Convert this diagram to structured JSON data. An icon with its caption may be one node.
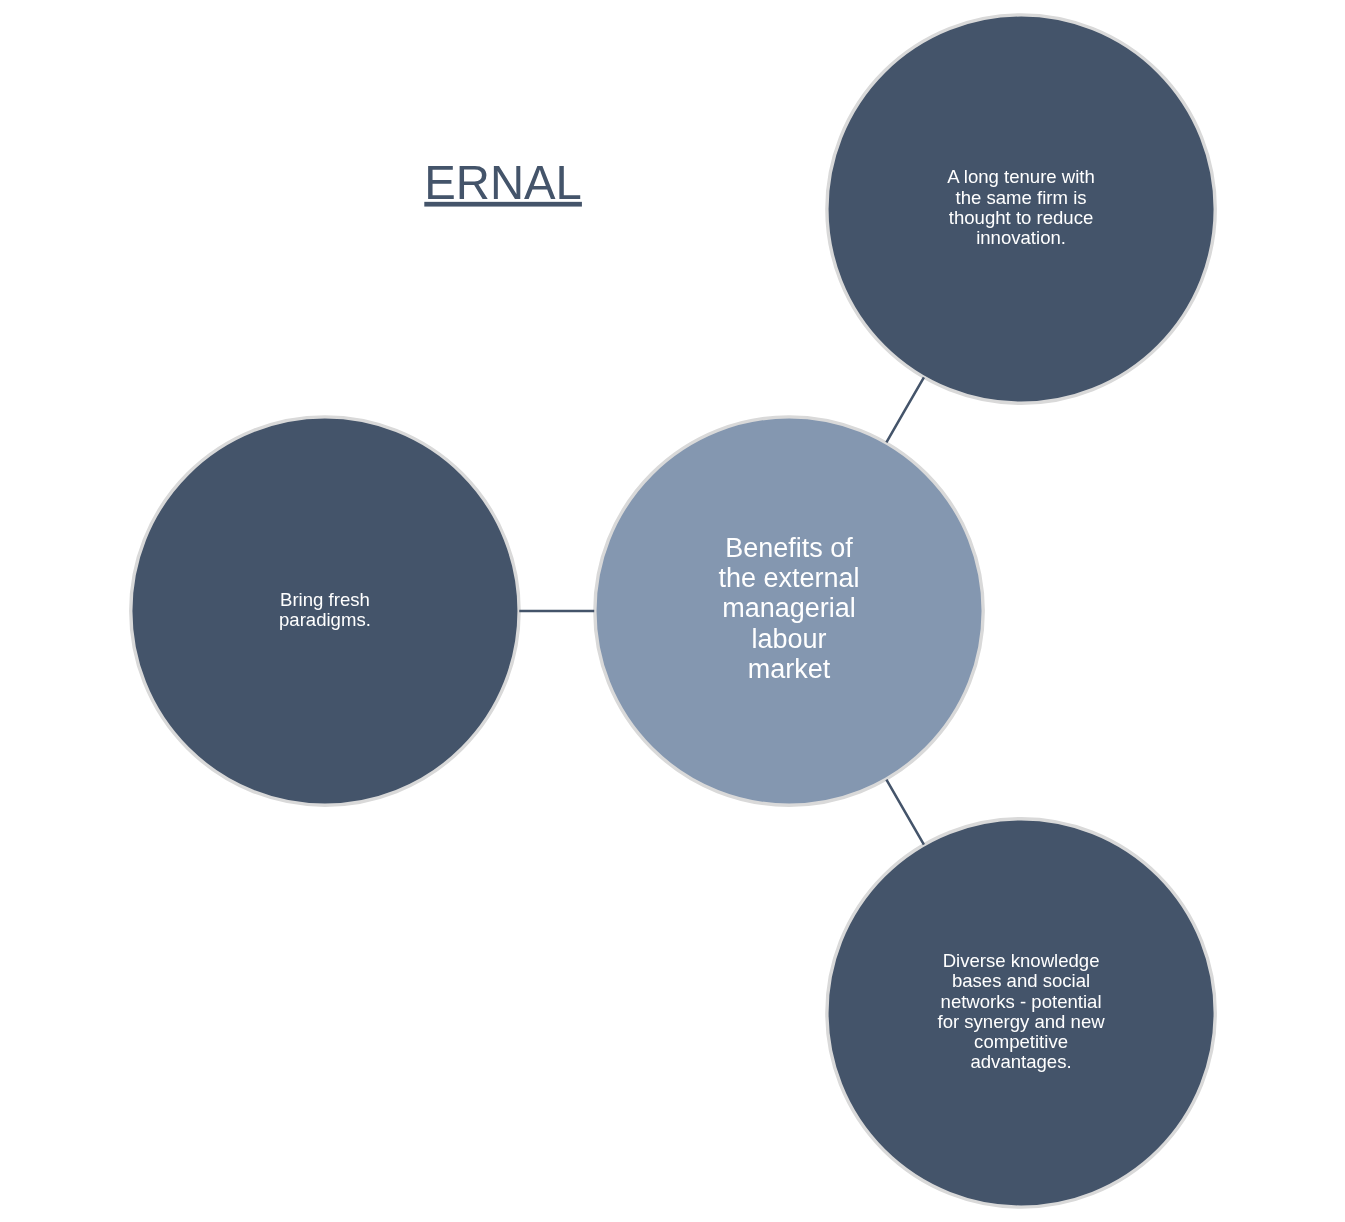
{
  "diagram": {
    "nodes": [
      {
        "text": [
          "Benefits of the external managerial labour market"
        ]
      },
      {
        "text": [
          "A long tenure with the same firm is thought to reduce innovation."
        ]
      },
      {
        "text": [
          "Bring fresh paradigms."
        ]
      },
      {
        "text": [
          "Diverse knowledge bases and social networks - potential for synergy and new competitive advantages."
        ]
      }
    ],
    "edges": [
      {
        "from": 0,
        "to": 1,
        "arrow": "none"
      },
      {
        "from": 0,
        "to": 2,
        "arrow": "none"
      },
      {
        "from": 0,
        "to": 3,
        "arrow": "none"
      }
    ],
    "labels": [
      "ERNAL"
    ]
  }
}
